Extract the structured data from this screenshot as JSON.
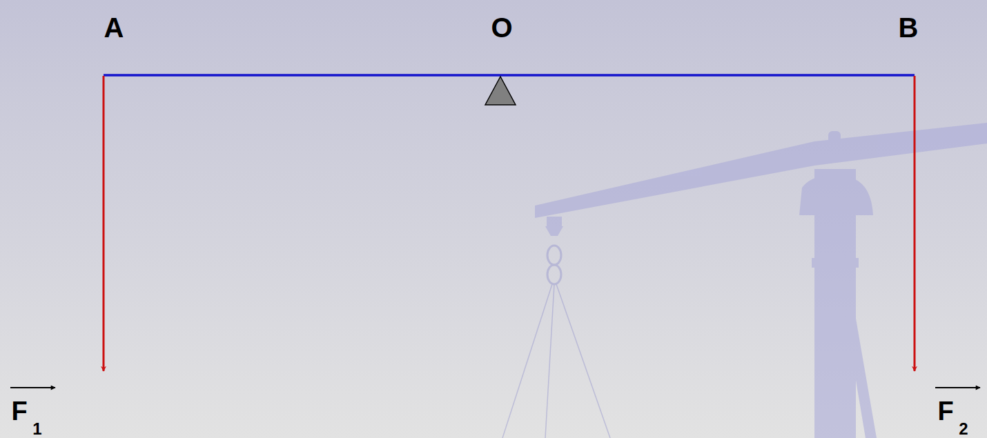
{
  "diagram": {
    "labels": [
      "A",
      "O",
      "B",
      "F",
      "1",
      "F",
      "2"
    ]
  }
}
